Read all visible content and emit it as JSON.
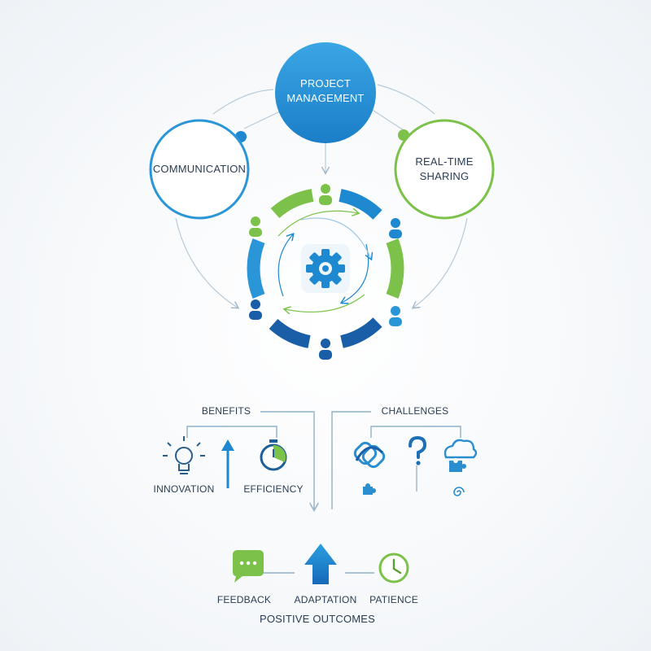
{
  "nodes": {
    "project_management": [
      "PROJECT",
      "MANAGEMENT"
    ],
    "communication": "COMMUNICATION",
    "real_time_sharing": [
      "REAL-TIME",
      "SHARING"
    ]
  },
  "benefits": {
    "heading": "BENEFITS",
    "items": [
      "INNOVATION",
      "EFFICIENCY"
    ]
  },
  "challenges": {
    "heading": "CHALLENGES"
  },
  "outcomes": {
    "items": [
      "FEEDBACK",
      "ADAPTATION",
      "PATIENCE"
    ],
    "title": "POSITIVE OUTCOMES"
  },
  "colors": {
    "blue": "#1e88d0",
    "dark_blue": "#1a5ea8",
    "green": "#7cc24a",
    "line": "#a9c0d2",
    "text": "#2b3d52"
  },
  "icons": [
    "lightbulb-icon",
    "up-arrow-icon",
    "stopwatch-icon",
    "knot-icon",
    "question-icon",
    "cloud-puzzle-icon",
    "puzzle-icon",
    "spiral-icon",
    "chat-bubble-icon",
    "adaptation-arrow-icon",
    "clock-icon",
    "gear-icon"
  ]
}
